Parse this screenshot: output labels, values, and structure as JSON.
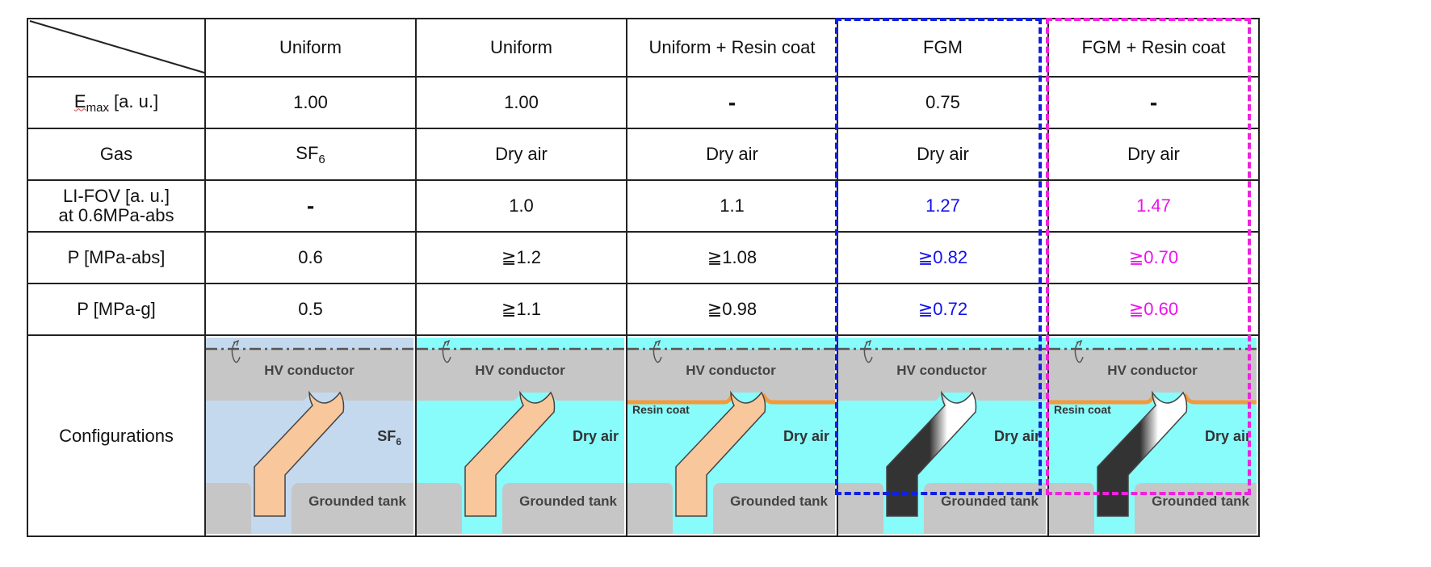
{
  "table": {
    "headers": [
      "Uniform",
      "Uniform",
      "Uniform + Resin coat",
      "FGM",
      "FGM + Resin coat"
    ],
    "rows": [
      {
        "label_main": "E",
        "label_sub": "max",
        "label_rest": " [a. u.]",
        "cells": [
          "1.00",
          "1.00",
          "-",
          "0.75",
          "-"
        ]
      },
      {
        "label": "Gas",
        "cells": [
          "SF",
          "Dry air",
          "Dry air",
          "Dry air",
          "Dry air"
        ],
        "cell0_sub": "6"
      },
      {
        "label_line1": "LI-FOV [a. u.]",
        "label_line2": "at 0.6MPa-abs",
        "cells": [
          "-",
          "1.0",
          "1.1",
          "1.27",
          "1.47"
        ]
      },
      {
        "label": "P [MPa-abs]",
        "cells": [
          "0.6",
          "≧1.2",
          "≧1.08",
          "≧0.82",
          "≧0.70"
        ]
      },
      {
        "label": "P [MPa-g]",
        "cells": [
          "0.5",
          "≧1.1",
          "≧0.98",
          "≧0.72",
          "≧0.60"
        ]
      }
    ],
    "config_label": "Configurations"
  },
  "configurations": [
    {
      "conductor": "HV conductor",
      "gas": "SF",
      "gas_sub": "6",
      "tank": "Grounded tank"
    },
    {
      "conductor": "HV conductor",
      "gas": "Dry air",
      "tank": "Grounded tank"
    },
    {
      "conductor": "HV conductor",
      "gas": "Dry air",
      "resin": "Resin coat",
      "tank": "Grounded tank"
    },
    {
      "conductor": "HV conductor",
      "gas": "Dry air",
      "tank": "Grounded tank"
    },
    {
      "conductor": "HV conductor",
      "gas": "Dry air",
      "resin": "Resin coat",
      "tank": "Grounded tank"
    }
  ],
  "colors": {
    "sf6_gas": "#c4d9ee",
    "dry_air": "#88fbfb",
    "metal": "#c6c6c6",
    "spacer_uniform": "#f8c79c",
    "spacer_fgm": "#333333",
    "resin": "#f39a3a",
    "highlight_fgm": "#1020dd",
    "highlight_fgm_resin": "#ee22dd",
    "fgm_value": "#1111ee",
    "fgm_resin_value": "#ee11ee"
  }
}
